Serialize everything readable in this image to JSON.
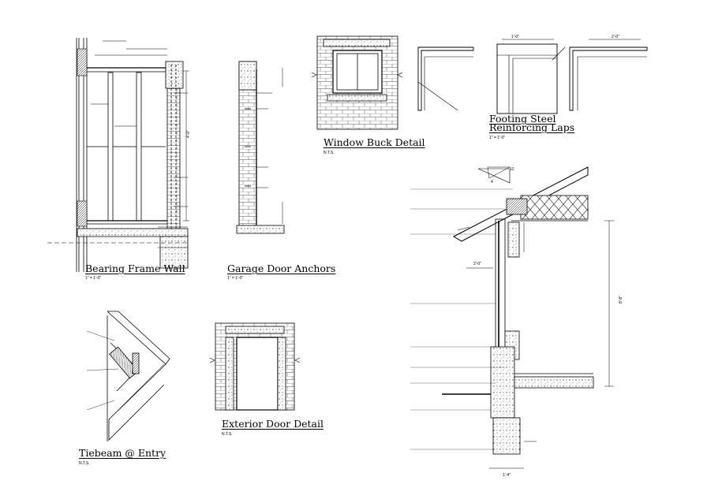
{
  "details": [
    {
      "title": "Bearing Frame Wall",
      "scale": "1\" = 1'-0\""
    },
    {
      "title": "Garage Door Anchors",
      "scale": "1\" = 1'-0\""
    },
    {
      "title": "Window Buck Detail",
      "scale": "N.T.S."
    },
    {
      "title": "Footing Steel",
      "title2": "Reinforcing Laps",
      "scale": "1\" = 1'-0\""
    },
    {
      "title": "Tiebeam @ Entry",
      "scale": "N.T.S."
    },
    {
      "title": "Exterior Door Detail",
      "scale": "N.T.S."
    }
  ],
  "dimensions": {
    "window_wall_height": "4'-0\"",
    "section_height": "8'-8\"",
    "overhang": "2'-0\"",
    "lap": "1'-0\"",
    "lap2": "2'-0\"",
    "footing_width": "1'-4\"",
    "slope": "12",
    "slope_rise": "4"
  }
}
